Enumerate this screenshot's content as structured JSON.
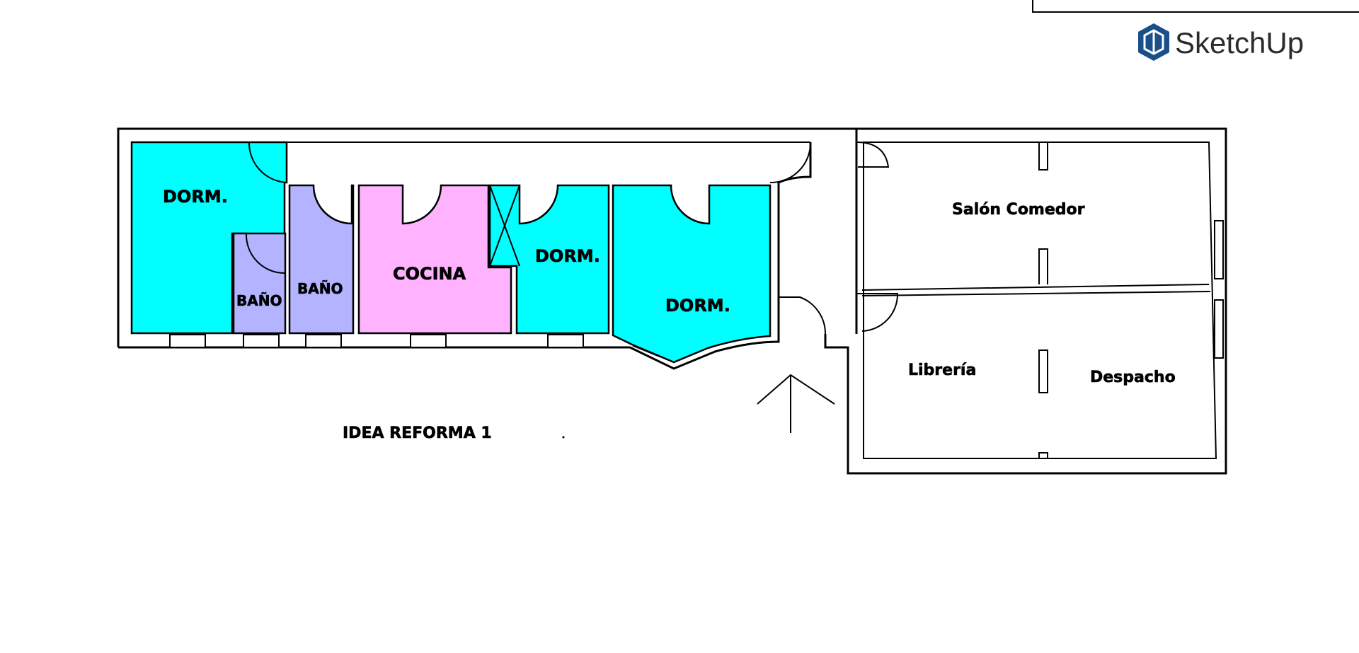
{
  "brand": {
    "name": "SketchUp",
    "icon": "sketchup-logo-icon",
    "color": "#1b4f8a"
  },
  "plan_title": "IDEA REFORMA 1",
  "colors": {
    "dorm": "#00ffff",
    "bano": "#b3b3ff",
    "cocina": "#ffb3ff",
    "walls": "#000000",
    "background": "#ffffff"
  },
  "rooms": {
    "dorm_1": "DORM.",
    "bano_1": "BAÑO",
    "bano_2": "BAÑO",
    "cocina": "COCINA",
    "dorm_2": "DORM.",
    "dorm_3": "DORM.",
    "salon": "Salón Comedor",
    "libreria": "Librería",
    "despacho": "Despacho"
  },
  "entrance_icon": "entrance-arrow-icon"
}
